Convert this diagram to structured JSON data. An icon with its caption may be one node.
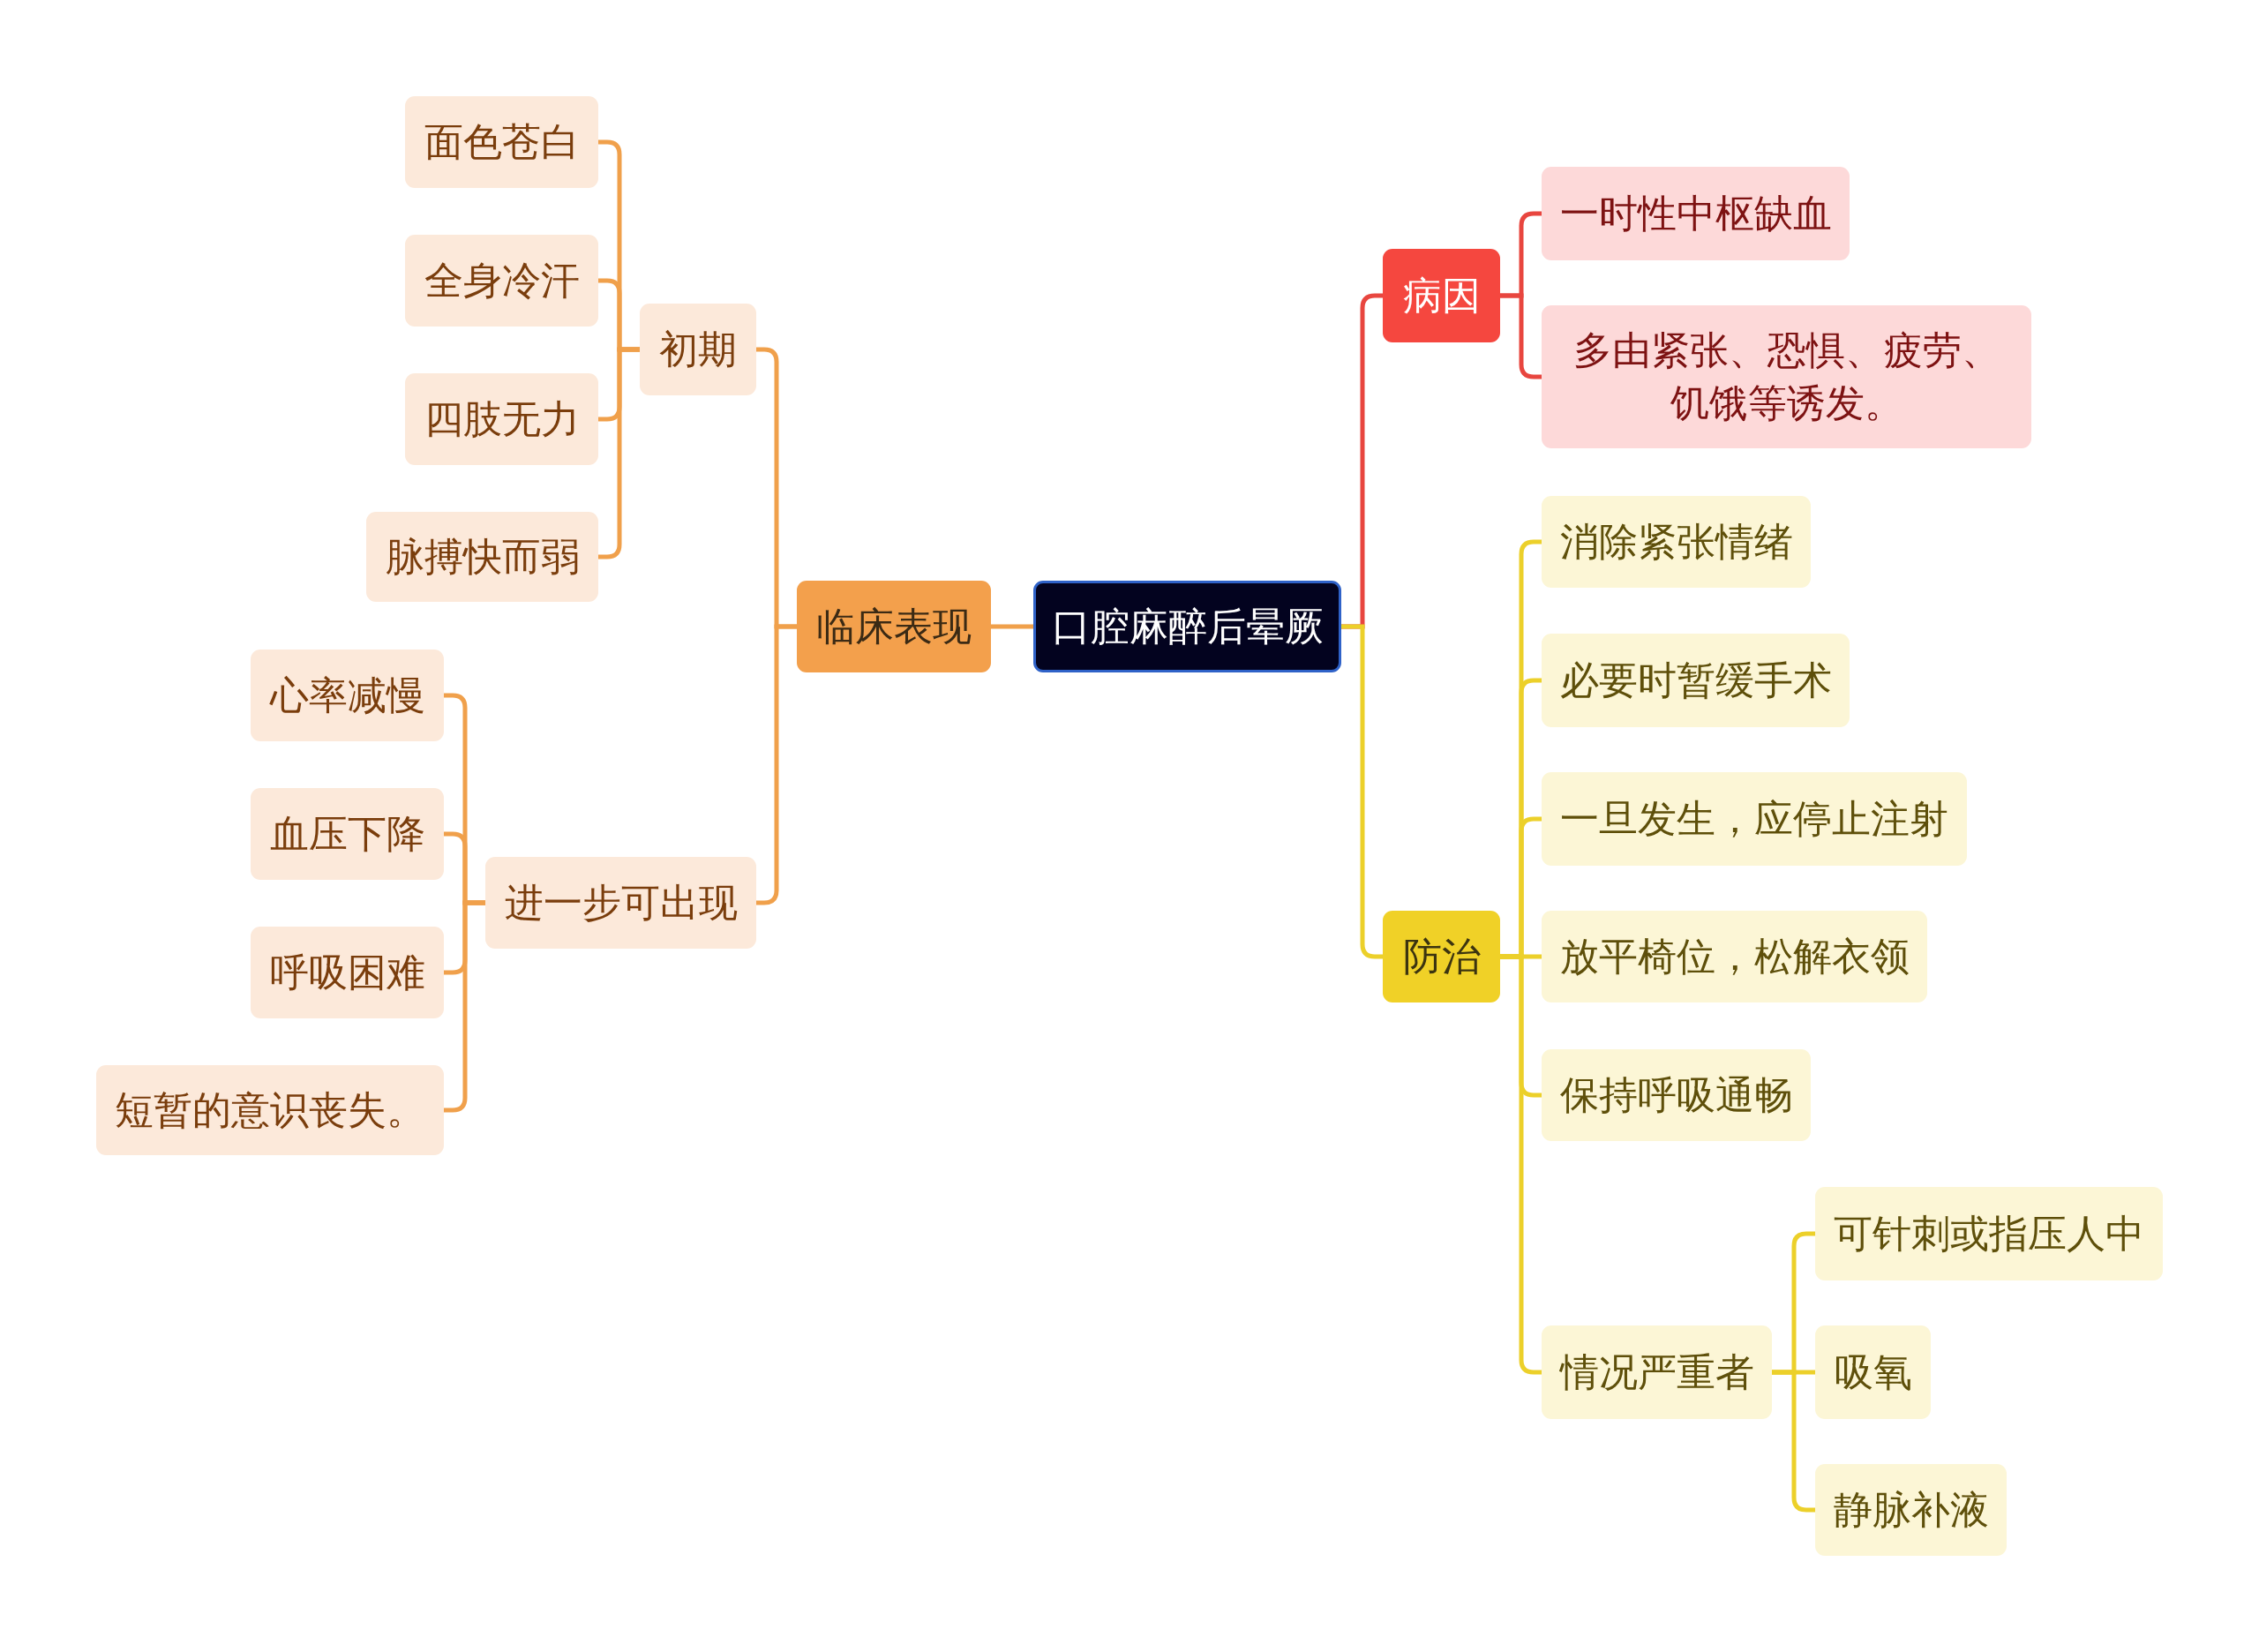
{
  "diagram": {
    "nodes": [
      {
        "text": [
          "口腔麻醉后晕厥"
        ]
      },
      {
        "text": [
          "临床表现"
        ]
      },
      {
        "text": [
          "初期"
        ]
      },
      {
        "text": [
          "面色苍白"
        ]
      },
      {
        "text": [
          "全身冷汗"
        ]
      },
      {
        "text": [
          "四肢无力"
        ]
      },
      {
        "text": [
          "脉搏快而弱"
        ]
      },
      {
        "text": [
          "进一步可出现"
        ]
      },
      {
        "text": [
          "心率减慢"
        ]
      },
      {
        "text": [
          "血压下降"
        ]
      },
      {
        "text": [
          "呼吸困难"
        ]
      },
      {
        "text": [
          "短暂的意识丧失。"
        ]
      },
      {
        "text": [
          "病因"
        ]
      },
      {
        "text": [
          "一时性中枢缺血"
        ]
      },
      {
        "text": [
          "多由紧张、恐惧、疲劳、饥饿等诱发。"
        ]
      },
      {
        "text": [
          "防治"
        ]
      },
      {
        "text": [
          "消除紧张情绪"
        ]
      },
      {
        "text": [
          "必要时暂缓手术"
        ]
      },
      {
        "text": [
          "一旦发生，应停止注射"
        ]
      },
      {
        "text": [
          "放平椅位，松解衣领"
        ]
      },
      {
        "text": [
          "保持呼吸通畅"
        ]
      },
      {
        "text": [
          "情况严重者"
        ]
      },
      {
        "text": [
          "可针刺或指压人中"
        ]
      },
      {
        "text": [
          "吸氧"
        ]
      },
      {
        "text": [
          "静脉补液"
        ]
      }
    ],
    "edges": [
      {
        "from": 0,
        "to": 1,
        "arrow": "none"
      },
      {
        "from": 1,
        "to": 2,
        "arrow": "none"
      },
      {
        "from": 1,
        "to": 7,
        "arrow": "none"
      },
      {
        "from": 2,
        "to": 3,
        "arrow": "none"
      },
      {
        "from": 2,
        "to": 4,
        "arrow": "none"
      },
      {
        "from": 2,
        "to": 5,
        "arrow": "none"
      },
      {
        "from": 2,
        "to": 6,
        "arrow": "none"
      },
      {
        "from": 7,
        "to": 8,
        "arrow": "none"
      },
      {
        "from": 7,
        "to": 9,
        "arrow": "none"
      },
      {
        "from": 7,
        "to": 10,
        "arrow": "none"
      },
      {
        "from": 7,
        "to": 11,
        "arrow": "none"
      },
      {
        "from": 0,
        "to": 12,
        "arrow": "none",
        "color": "#e8463f"
      },
      {
        "from": 12,
        "to": 13,
        "arrow": "none",
        "color": "#e8463f"
      },
      {
        "from": 12,
        "to": 14,
        "arrow": "none",
        "color": "#e8463f"
      },
      {
        "from": 0,
        "to": 15,
        "arrow": "none",
        "color": "#ecd02a"
      },
      {
        "from": 15,
        "to": 16,
        "arrow": "none",
        "color": "#ecd02a"
      },
      {
        "from": 15,
        "to": 17,
        "arrow": "none",
        "color": "#ecd02a"
      },
      {
        "from": 15,
        "to": 18,
        "arrow": "none",
        "color": "#ecd02a"
      },
      {
        "from": 15,
        "to": 19,
        "arrow": "none",
        "color": "#ecd02a"
      },
      {
        "from": 15,
        "to": 20,
        "arrow": "none",
        "color": "#ecd02a"
      },
      {
        "from": 15,
        "to": 21,
        "arrow": "none",
        "color": "#ecd02a"
      },
      {
        "from": 21,
        "to": 22,
        "arrow": "none",
        "color": "#ecd02a"
      },
      {
        "from": 21,
        "to": 23,
        "arrow": "none",
        "color": "#ecd02a"
      },
      {
        "from": 21,
        "to": 24,
        "arrow": "none",
        "color": "#ecd02a"
      }
    ]
  }
}
